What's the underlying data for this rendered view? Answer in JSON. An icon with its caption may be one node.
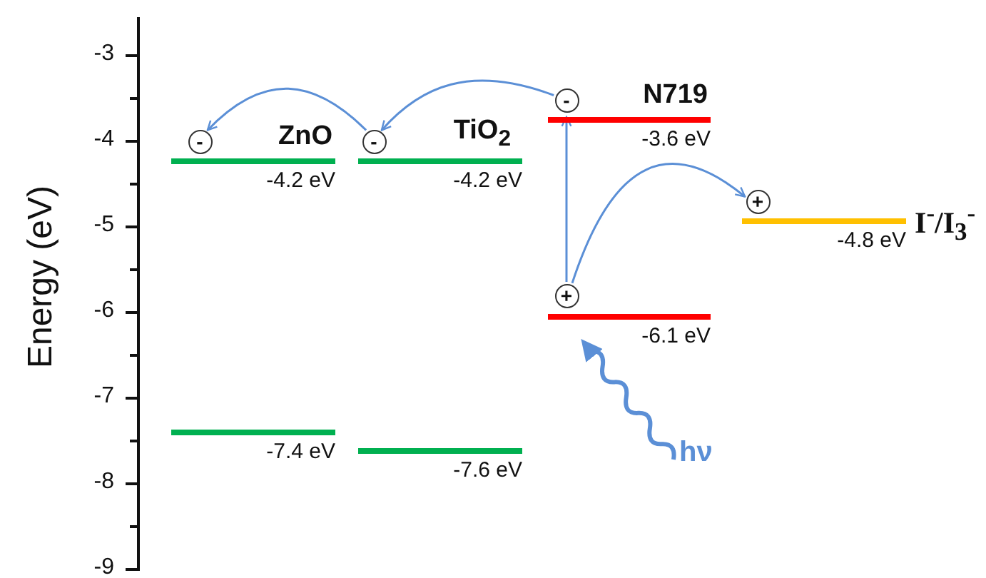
{
  "diagram": {
    "nodes": [
      {
        "text": [
          "ZnO",
          "-4.2 eV"
        ]
      },
      {
        "text": [
          "TiO$_{2}$",
          "-4.2 eV"
        ]
      },
      {
        "text": [
          "N719",
          "-3.6 eV"
        ]
      },
      {
        "text": [
          "-4.8 eV",
          "I$^{-}$/I$_{3}$$^{-}$"
        ]
      },
      {
        "text": [
          "-6.1 eV"
        ]
      },
      {
        "text": [
          "-7.4 eV"
        ]
      },
      {
        "text": [
          "-7.6 eV"
        ]
      },
      {
        "text": [
          "-"
        ]
      },
      {
        "text": [
          "-"
        ]
      },
      {
        "text": [
          "-"
        ]
      },
      {
        "text": [
          "+"
        ]
      },
      {
        "text": [
          "+"
        ]
      },
      {
        "text": [
          "hν"
        ]
      }
    ],
    "edges": [
      {
        "from": 9,
        "to": 8,
        "arrow": "to"
      },
      {
        "from": 8,
        "to": 7,
        "arrow": "to"
      },
      {
        "from": 10,
        "to": 9,
        "arrow": "to"
      },
      {
        "from": 10,
        "to": 11,
        "arrow": "to"
      },
      {
        "from": 12,
        "to": 4,
        "arrow": "to",
        "style": "thick"
      }
    ],
    "labels": [
      "Energy (eV)",
      "-3",
      "-4",
      "-5",
      "-6",
      "-7",
      "-8",
      "-9"
    ]
  }
}
